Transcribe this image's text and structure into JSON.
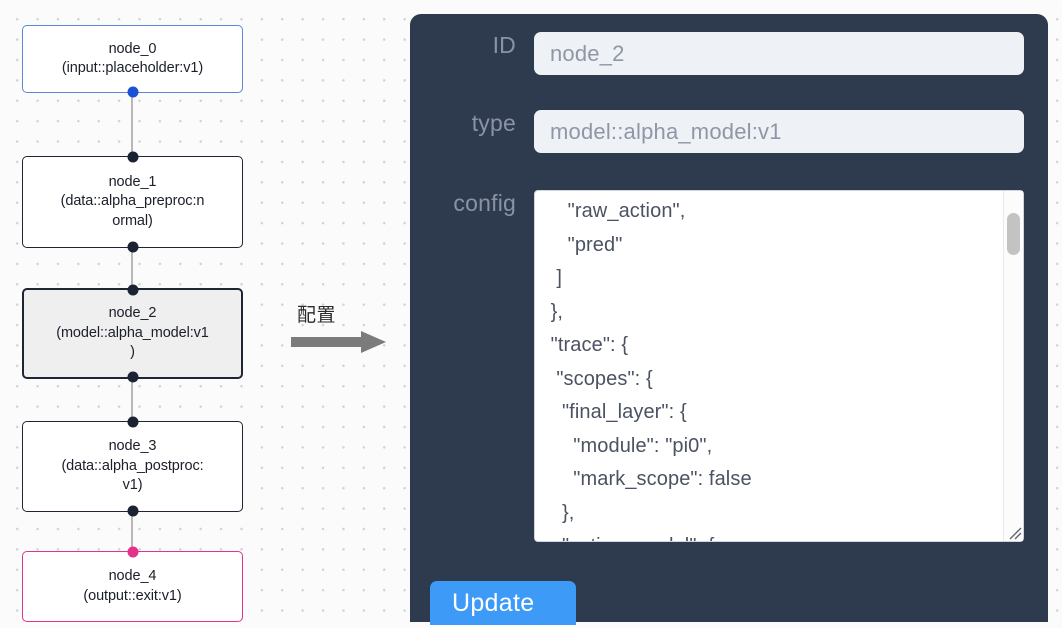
{
  "graph": {
    "nodes": [
      {
        "id": "node_0",
        "lines": [
          "node_0",
          "(input::placeholder:v1)"
        ],
        "kind": "input",
        "selected": false
      },
      {
        "id": "node_1",
        "lines": [
          "node_1",
          "(data::alpha_preproc:n",
          "ormal)"
        ],
        "kind": "default",
        "selected": false
      },
      {
        "id": "node_2",
        "lines": [
          "node_2",
          "(model::alpha_model:v1",
          ")"
        ],
        "kind": "default",
        "selected": true
      },
      {
        "id": "node_3",
        "lines": [
          "node_3",
          "(data::alpha_postproc:",
          "v1)"
        ],
        "kind": "default",
        "selected": false
      },
      {
        "id": "node_4",
        "lines": [
          "node_4",
          "(output::exit:v1)"
        ],
        "kind": "output",
        "selected": false
      }
    ],
    "colors": {
      "input_border": "#5b87d6",
      "output_border": "#e4318a",
      "default_border": "#1f2633",
      "selected_fill": "#efefef",
      "edge": "#b8b8b8",
      "handle": "#1b2232",
      "handle_input": "#1a51d6",
      "handle_output": "#e4318a"
    }
  },
  "flow": {
    "caption": "配置",
    "arrow_icon": "right-arrow-icon"
  },
  "panel": {
    "background": "#2e3a4e",
    "fields": [
      {
        "label": "ID",
        "value": "node_2"
      },
      {
        "label": "type",
        "value": "model::alpha_model:v1"
      }
    ],
    "config": {
      "label": "config",
      "value": "    \"raw_action\",\n    \"pred\"\n  ]\n },\n \"trace\": {\n  \"scopes\": {\n   \"final_layer\": {\n     \"module\": \"pi0\",\n     \"mark_scope\": false\n   },\n   \"action_model\": {",
      "scrollbar": {
        "thumb_position": "top"
      },
      "resize_handle": "resize-grip-icon"
    },
    "update_button": {
      "label": "Update",
      "color": "#3d9bf7"
    }
  }
}
